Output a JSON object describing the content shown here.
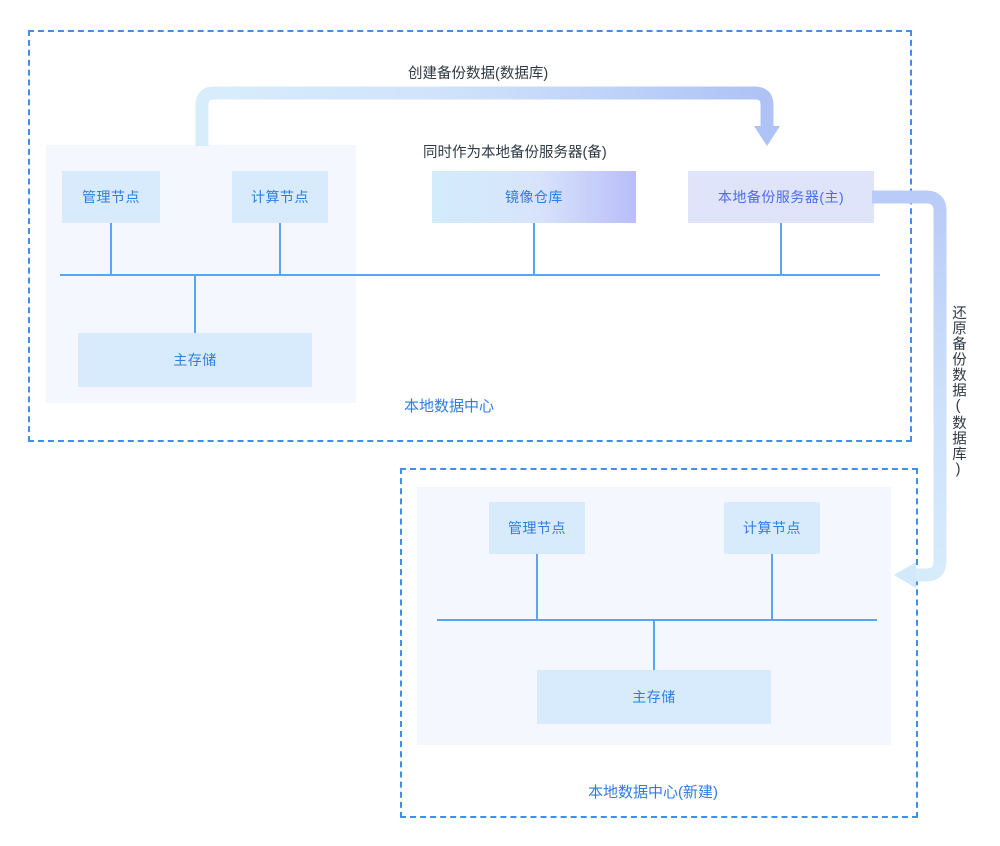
{
  "diagram": {
    "title_present": false,
    "colors": {
      "region_border": "#3d8ef0",
      "panel_bg": "#f4f8fe",
      "node_plain_bg": "#d8ebfd",
      "node_lavender_bg": "#dfe4fb",
      "node_gradient_from": "#d2ecfc",
      "node_gradient_to": "#b9befa",
      "line": "#5aa5ef",
      "arrow_light": "#d6ecfb",
      "arrow_strong": "#b6c8f7",
      "text_blue": "#2f7de1",
      "text_dark": "#2f3a44"
    },
    "regions": [
      {
        "id": "top",
        "label": "本地数据中心"
      },
      {
        "id": "bottom",
        "label": "本地数据中心(新建)"
      }
    ],
    "nodes": {
      "top": [
        {
          "id": "mgmt",
          "label": "管理节点",
          "style": "plain"
        },
        {
          "id": "compute",
          "label": "计算节点",
          "style": "plain"
        },
        {
          "id": "registry",
          "label": "镜像仓库",
          "style": "gradient"
        },
        {
          "id": "backup_main",
          "label": "本地备份服务器(主)",
          "style": "lavender"
        },
        {
          "id": "storage",
          "label": "主存储",
          "style": "plain"
        }
      ],
      "bottom": [
        {
          "id": "mgmt",
          "label": "管理节点",
          "style": "plain"
        },
        {
          "id": "compute",
          "label": "计算节点",
          "style": "plain"
        },
        {
          "id": "storage",
          "label": "主存储",
          "style": "plain"
        }
      ]
    },
    "annotations": {
      "create_backup": "创建备份数据(数据库)",
      "also_serves_as": "同时作为本地备份服务器(备)",
      "restore_backup": "还原备份数据(数据库)"
    },
    "flows": [
      {
        "id": "create-backup-flow",
        "label": "创建备份数据(数据库)",
        "direction": "left-to-right-down"
      },
      {
        "id": "restore-backup-flow",
        "label": "还原备份数据(数据库)",
        "direction": "right-down-left"
      }
    ]
  }
}
